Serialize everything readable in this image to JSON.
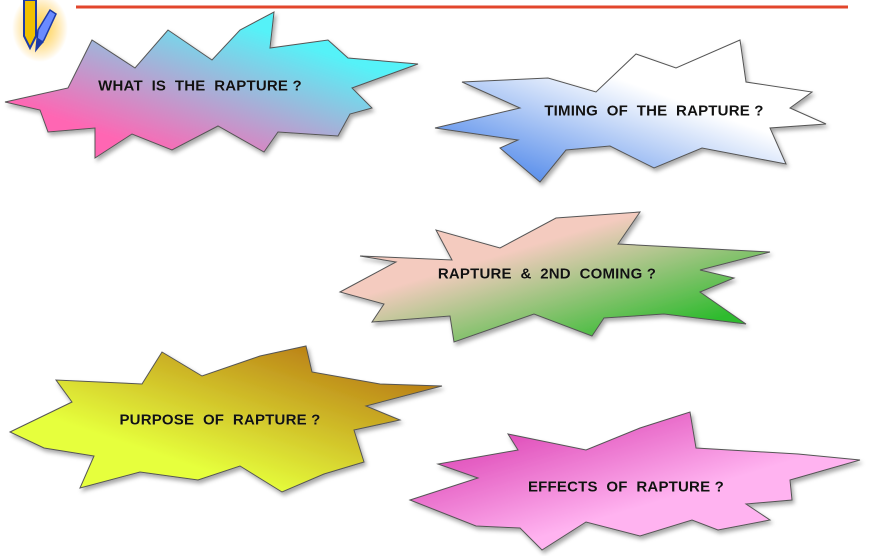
{
  "slide": {
    "accent_line_color": "#e2462c",
    "logo_icon": "pencil-icon",
    "bursts": [
      {
        "id": "what-is-rapture",
        "label": "WHAT  IS  THE  RAPTURE ?",
        "colors": [
          "#ff66b3",
          "#55f2f8"
        ]
      },
      {
        "id": "timing-of-rapture",
        "label": "TIMING  OF  THE  RAPTURE ?",
        "colors": [
          "#3f7de8",
          "#ffffff"
        ]
      },
      {
        "id": "rapture-second-coming",
        "label": "RAPTURE  &  2ND  COMING ?",
        "colors": [
          "#f4cbbf",
          "#2dbb2d"
        ]
      },
      {
        "id": "purpose-of-rapture",
        "label": "PURPOSE  OF  RAPTURE ?",
        "colors": [
          "#e6ff3c",
          "#b36a10"
        ]
      },
      {
        "id": "effects-of-rapture",
        "label": "EFFECTS  OF  RAPTURE ?",
        "colors": [
          "#ffb3f0",
          "#d93aaf"
        ]
      }
    ]
  }
}
